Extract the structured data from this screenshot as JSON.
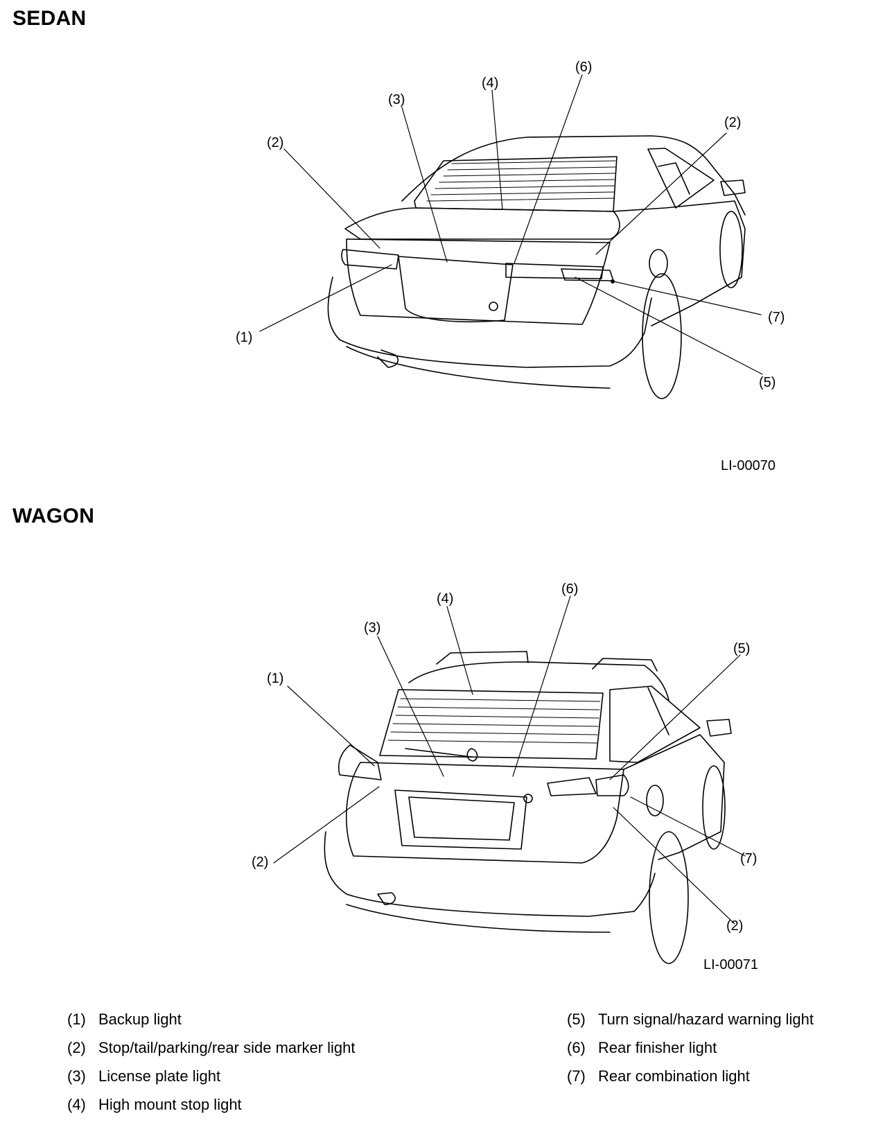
{
  "sections": {
    "sedan": {
      "heading": "SEDAN",
      "figure_code": "LI-00070",
      "callouts": [
        "(1)",
        "(2)",
        "(2)",
        "(3)",
        "(4)",
        "(5)",
        "(6)",
        "(7)"
      ]
    },
    "wagon": {
      "heading": "WAGON",
      "figure_code": "LI-00071",
      "callouts": [
        "(1)",
        "(2)",
        "(2)",
        "(3)",
        "(4)",
        "(5)",
        "(6)",
        "(7)"
      ]
    }
  },
  "legend": {
    "left": [
      {
        "num": "(1)",
        "label": "Backup light"
      },
      {
        "num": "(2)",
        "label": "Stop/tail/parking/rear side marker light"
      },
      {
        "num": "(3)",
        "label": "License plate light"
      },
      {
        "num": "(4)",
        "label": "High mount stop light"
      }
    ],
    "right": [
      {
        "num": "(5)",
        "label": "Turn signal/hazard warning light"
      },
      {
        "num": "(6)",
        "label": "Rear finisher light"
      },
      {
        "num": "(7)",
        "label": "Rear combination light"
      }
    ]
  }
}
